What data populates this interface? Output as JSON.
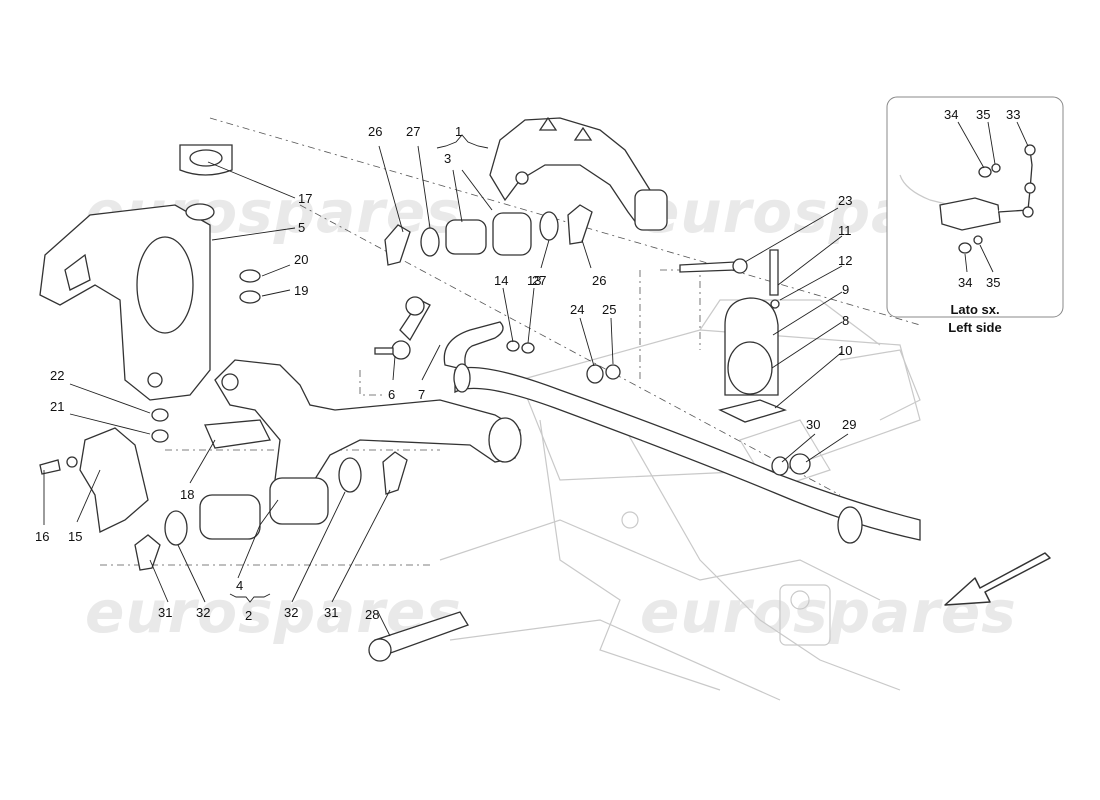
{
  "watermark": "eurospares",
  "callouts": {
    "c1": "1",
    "c2": "2",
    "c3": "3",
    "c4": "4",
    "c5": "5",
    "c6": "6",
    "c7": "7",
    "c8": "8",
    "c9": "9",
    "c10": "10",
    "c11": "11",
    "c12": "12",
    "c13": "13",
    "c14": "14",
    "c15": "15",
    "c16": "16",
    "c17": "17",
    "c18": "18",
    "c19": "19",
    "c20": "20",
    "c21": "21",
    "c22": "22",
    "c23": "23",
    "c24": "24",
    "c25": "25",
    "c26": "26",
    "c27": "27",
    "c28": "28",
    "c29": "29",
    "c30": "30",
    "c31": "31",
    "c32": "32",
    "c33": "33",
    "c34": "34",
    "c35": "35"
  },
  "inset": {
    "caption_line1": "Lato sx.",
    "caption_line2": "Left side",
    "labels": {
      "l34a": "34",
      "l35a": "35",
      "l33": "33",
      "l34b": "34",
      "l35b": "35"
    }
  },
  "colors": {
    "watermark": "#e9e9e9",
    "ink": "#333333",
    "ghost": "#c9c9c9"
  },
  "icons": {
    "direction": "arrow-icon"
  }
}
